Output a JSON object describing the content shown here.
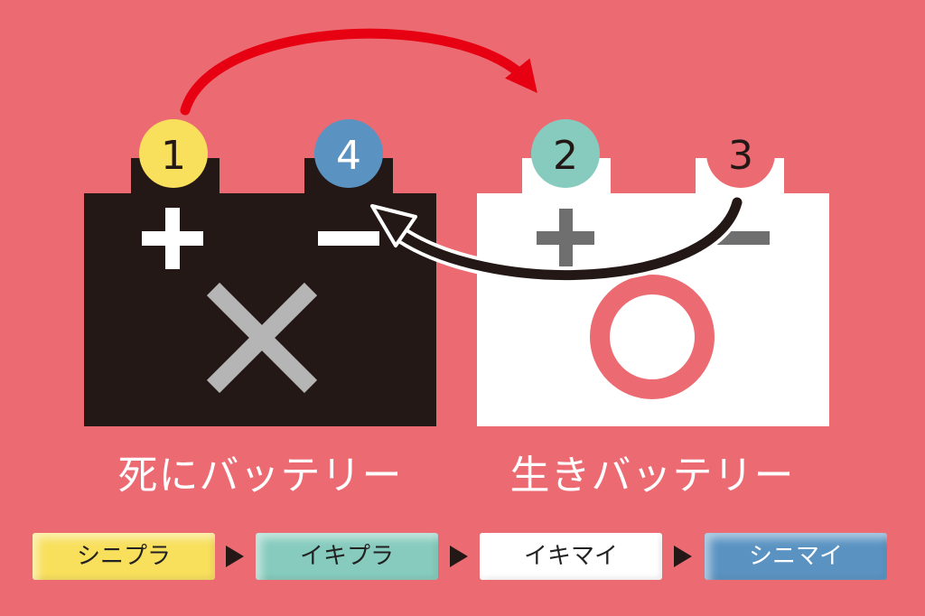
{
  "colors": {
    "background": "#ec6b72",
    "dead_battery": "#231815",
    "live_battery": "#ffffff",
    "step1_yellow": "#f8df5c",
    "step2_teal": "#86cbbd",
    "step3_white": "#ffffff",
    "step4_blue": "#5a93c2",
    "red_arrow": "#e60012",
    "black_arrow": "#231815"
  },
  "dead_battery": {
    "caption": "死にバッテリー",
    "plus_symbol": "+",
    "minus_symbol": "−",
    "mark": "×"
  },
  "live_battery": {
    "caption": "生きバッテリー",
    "plus_symbol": "+",
    "minus_symbol": "−",
    "mark": "○"
  },
  "terminal_numbers": {
    "dead_plus": "1",
    "dead_minus": "4",
    "live_plus": "2",
    "live_minus": "3"
  },
  "steps": [
    {
      "label": "シニプラ"
    },
    {
      "label": "イキプラ"
    },
    {
      "label": "イキマイ"
    },
    {
      "label": "シニマイ"
    }
  ],
  "icons": {
    "step_separator": "right-triangle-arrow-icon",
    "dead_mark": "cross-icon",
    "live_mark": "circle-icon",
    "connection_arrow_1": "curved-red-arrow-icon",
    "connection_arrow_2": "curved-black-arrow-icon"
  }
}
